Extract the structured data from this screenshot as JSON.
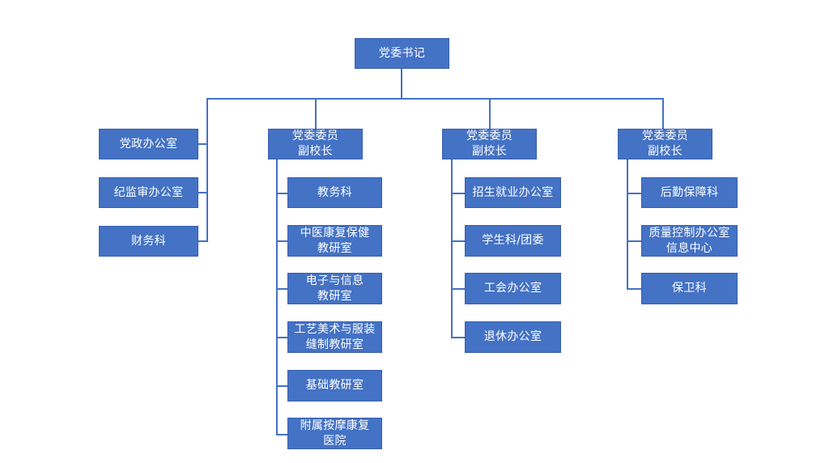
{
  "chart_data": {
    "type": "diagram",
    "diagram_kind": "org-chart",
    "title": "",
    "colors": {
      "node_fill": "#4472C4",
      "node_border": "#3A5FAF",
      "node_text": "#FFFFFF",
      "connector": "#4472C4",
      "background": "#FFFFFF"
    },
    "root": {
      "label": "党委书记"
    },
    "branches": [
      {
        "id": "branch-1",
        "header": null,
        "children": [
          "党政办公室",
          "纪监审办公室",
          "财务科"
        ]
      },
      {
        "id": "branch-2",
        "header": "党委委员\n副校长",
        "children": [
          "教务科",
          "中医康复保健\n教研室",
          "电子与信息\n教研室",
          "工艺美术与服装\n缝制教研室",
          "基础教研室",
          "附属按摩康复\n医院"
        ]
      },
      {
        "id": "branch-3",
        "header": "党委委员\n副校长",
        "children": [
          "招生就业办公室",
          "学生科/团委",
          "工会办公室",
          "退休办公室"
        ]
      },
      {
        "id": "branch-4",
        "header": "党委委员\n副校长",
        "children": [
          "后勤保障科",
          "质量控制办公室\n信息中心",
          "保卫科"
        ]
      }
    ]
  },
  "nodes": {
    "root": "党委书记",
    "b1_c1": "党政办公室",
    "b1_c2": "纪监审办公室",
    "b1_c3": "财务科",
    "b2_h": "党委委员\n副校长",
    "b2_c1": "教务科",
    "b2_c2": "中医康复保健\n教研室",
    "b2_c3": "电子与信息\n教研室",
    "b2_c4": "工艺美术与服装\n缝制教研室",
    "b2_c5": "基础教研室",
    "b2_c6": "附属按摩康复\n医院",
    "b3_h": "党委委员\n副校长",
    "b3_c1": "招生就业办公室",
    "b3_c2": "学生科/团委",
    "b3_c3": "工会办公室",
    "b3_c4": "退休办公室",
    "b4_h": "党委委员\n副校长",
    "b4_c1": "后勤保障科",
    "b4_c2": "质量控制办公室\n信息中心",
    "b4_c3": "保卫科"
  }
}
